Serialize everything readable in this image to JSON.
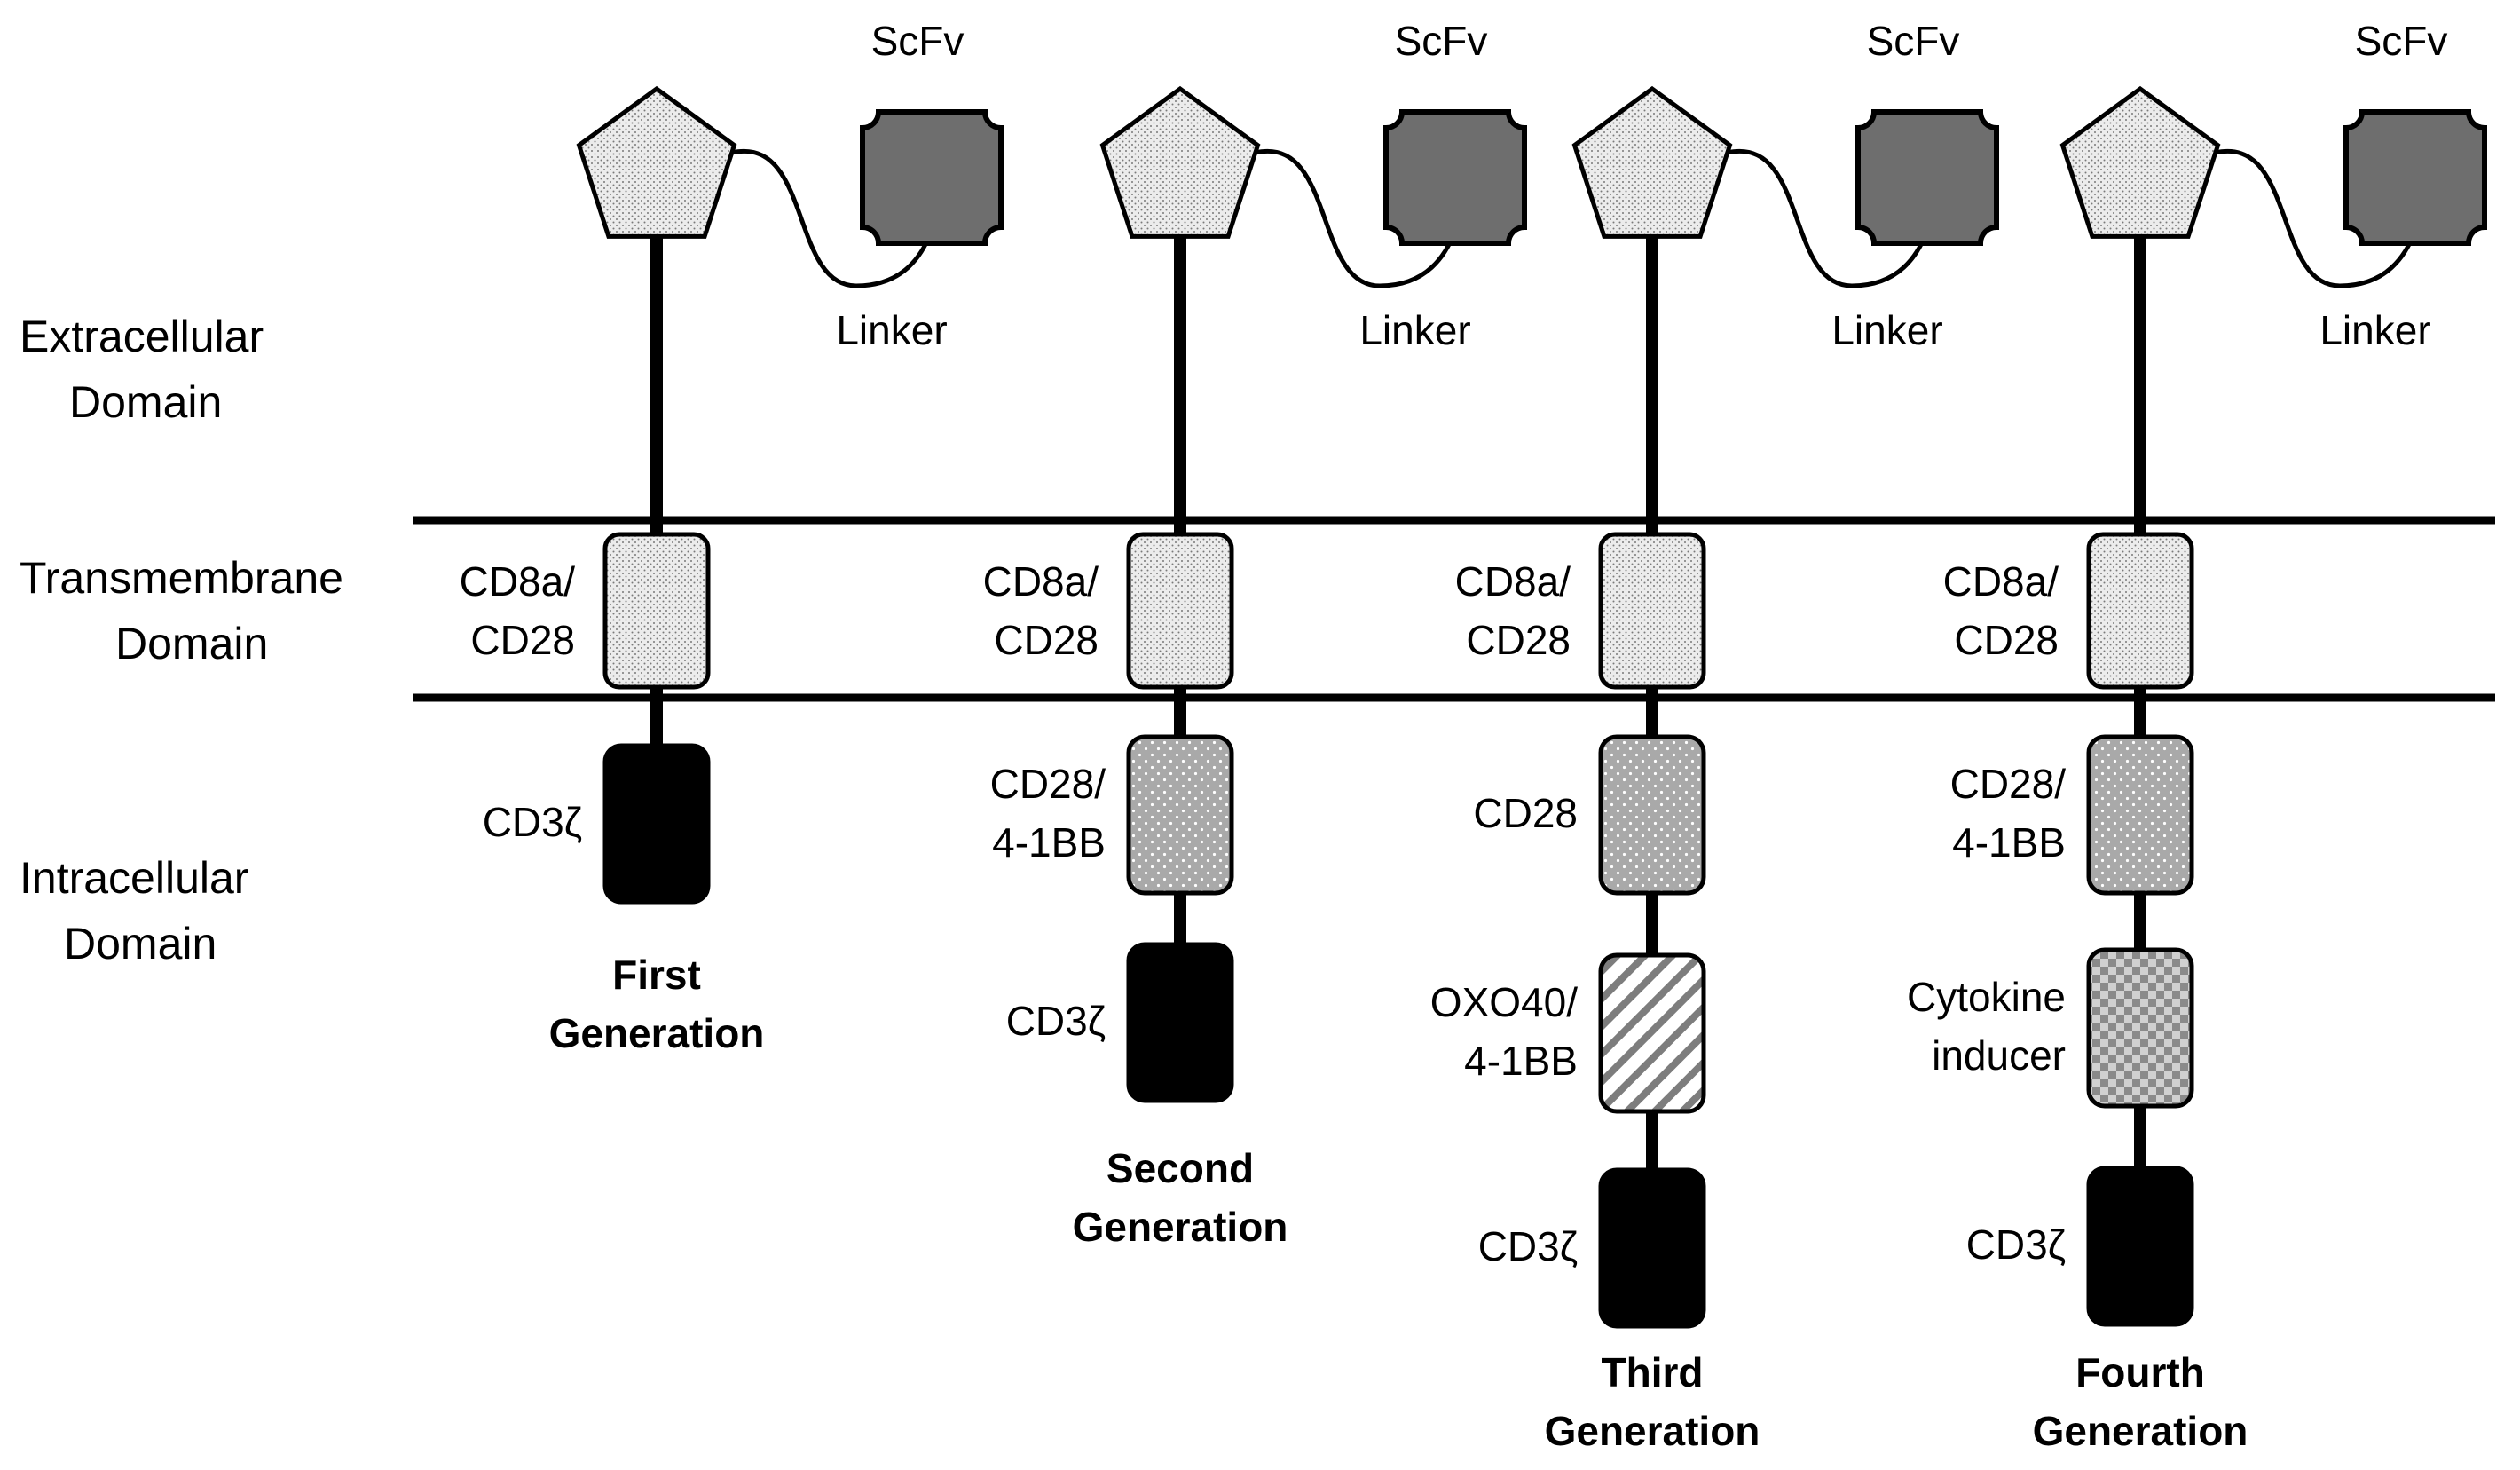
{
  "domains": {
    "extracellular": [
      "Extracellular",
      "Domain"
    ],
    "transmembrane": [
      "Transmembrane",
      "Domain"
    ],
    "intracellular": [
      "Intracellular",
      "Domain"
    ]
  },
  "generations": [
    {
      "scfv": "ScFv",
      "linker": "Linker",
      "transmembrane": [
        "CD8a/",
        "CD28"
      ],
      "intracellular": [
        {
          "label": [
            "CD3ζ"
          ],
          "style": "solid-black"
        }
      ],
      "title": [
        "First",
        "Generation"
      ]
    },
    {
      "scfv": "ScFv",
      "linker": "Linker",
      "transmembrane": [
        "CD8a/",
        "CD28"
      ],
      "intracellular": [
        {
          "label": [
            "CD28/",
            "4-1BB"
          ],
          "style": "dotted-gray"
        },
        {
          "label": [
            "CD3ζ"
          ],
          "style": "solid-black"
        }
      ],
      "title": [
        "Second",
        "Generation"
      ]
    },
    {
      "scfv": "ScFv",
      "linker": "Linker",
      "transmembrane": [
        "CD8a/",
        "CD28"
      ],
      "intracellular": [
        {
          "label": [
            "CD28"
          ],
          "style": "dotted-gray"
        },
        {
          "label": [
            "OXO40/",
            "4-1BB"
          ],
          "style": "hatched"
        },
        {
          "label": [
            "CD3ζ"
          ],
          "style": "solid-black"
        }
      ],
      "title": [
        "Third",
        "Generation"
      ]
    },
    {
      "scfv": "ScFv",
      "linker": "Linker",
      "transmembrane": [
        "CD8a/",
        "CD28"
      ],
      "intracellular": [
        {
          "label": [
            "CD28/",
            "4-1BB"
          ],
          "style": "dotted-gray"
        },
        {
          "label": [
            "Cytokine",
            "inducer"
          ],
          "style": "checkered"
        },
        {
          "label": [
            "CD3ζ"
          ],
          "style": "solid-black"
        }
      ],
      "title": [
        "Fourth",
        "Generation"
      ]
    }
  ],
  "colors": {
    "scfv_fill": "#6e6e6e",
    "pentagon_fill": "#e9e9e9",
    "dotted_fill": "#a9a9a9",
    "signal_black": "#000000",
    "line": "#000000"
  }
}
